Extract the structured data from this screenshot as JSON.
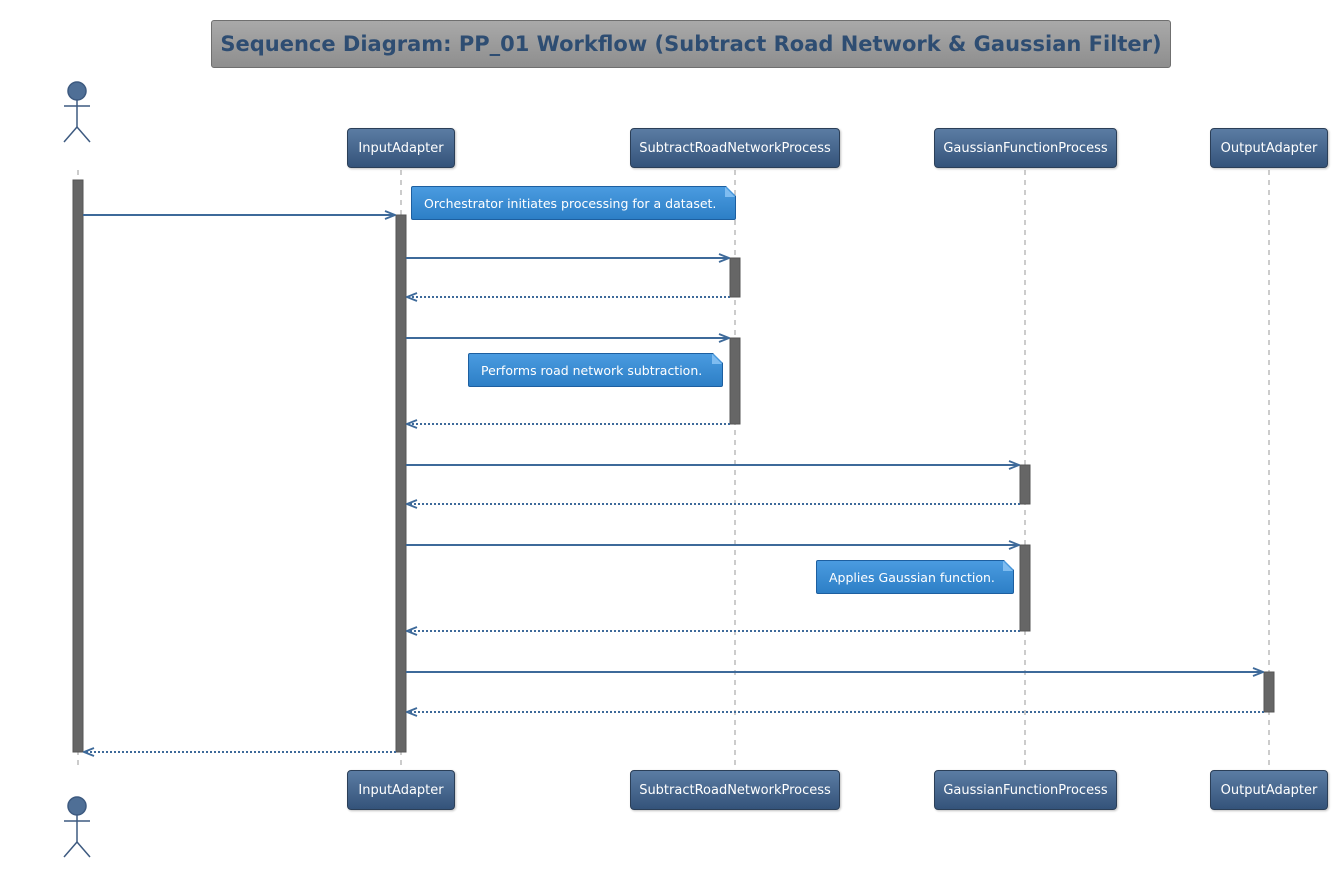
{
  "title": "Sequence Diagram: PP_01 Workflow (Subtract Road Network & Gaussian Filter)",
  "participants": {
    "actor": "",
    "input_adapter": "InputAdapter",
    "subtract_road_network": "SubtractRoadNetworkProcess",
    "gaussian_function": "GaussianFunctionProcess",
    "output_adapter": "OutputAdapter"
  },
  "notes": {
    "orchestrator": "Orchestrator initiates processing for a dataset.",
    "subtraction": "Performs road network subtraction.",
    "gaussian": "Applies Gaussian function."
  },
  "colors": {
    "participant": "#3d5f88",
    "arrow": "#3e6a9a",
    "activation": "#666666",
    "note": "#3a8fd8",
    "title_text": "#2e4d72"
  },
  "messages": [
    {
      "from": "actor",
      "to": "input_adapter",
      "kind": "call"
    },
    {
      "from": "input_adapter",
      "to": "subtract_road_network",
      "kind": "call"
    },
    {
      "from": "subtract_road_network",
      "to": "input_adapter",
      "kind": "return"
    },
    {
      "from": "input_adapter",
      "to": "subtract_road_network",
      "kind": "call"
    },
    {
      "from": "subtract_road_network",
      "to": "input_adapter",
      "kind": "return"
    },
    {
      "from": "input_adapter",
      "to": "gaussian_function",
      "kind": "call"
    },
    {
      "from": "gaussian_function",
      "to": "input_adapter",
      "kind": "return"
    },
    {
      "from": "input_adapter",
      "to": "gaussian_function",
      "kind": "call"
    },
    {
      "from": "gaussian_function",
      "to": "input_adapter",
      "kind": "return"
    },
    {
      "from": "input_adapter",
      "to": "output_adapter",
      "kind": "call"
    },
    {
      "from": "output_adapter",
      "to": "input_adapter",
      "kind": "return"
    },
    {
      "from": "input_adapter",
      "to": "actor",
      "kind": "return"
    }
  ]
}
